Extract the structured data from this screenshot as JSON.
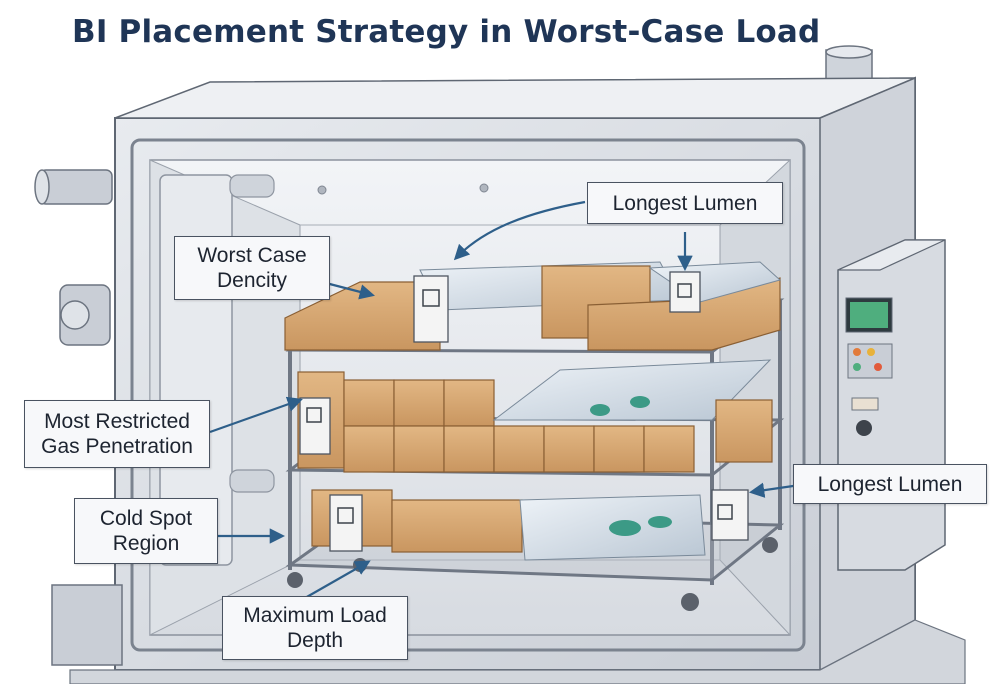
{
  "title": "BI Placement Strategy in Worst-Case Load",
  "callouts": {
    "longest_lumen_top": "Longest Lumen",
    "worst_case_density_line1": "Worst Case",
    "worst_case_density_line2": "Dencity",
    "most_restricted_line1": "Most Restricted",
    "most_restricted_line2": "Gas Penetration",
    "cold_spot_line1": "Cold Spot",
    "cold_spot_line2": "Region",
    "longest_lumen_right": "Longest Lumen",
    "max_load_line1": "Maximum Load",
    "max_load_line2": "Depth"
  },
  "colors": {
    "title": "#1f3556",
    "arrow": "#2e5f8a",
    "chamber": "#d9dde3",
    "box": "#d6a773",
    "bi_indicator": "#f4f4f4",
    "display": "#4fae7e"
  },
  "icons": [
    "sterilizer-chamber-illustration",
    "cardboard-box",
    "biological-indicator",
    "cart-wheel",
    "control-panel"
  ]
}
